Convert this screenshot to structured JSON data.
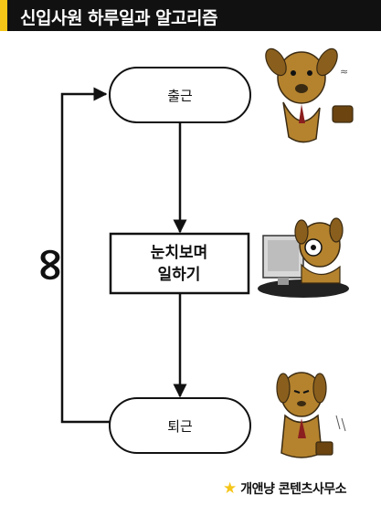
{
  "title": "신입사원 하루일과 알고리즘",
  "nodes": {
    "start": "출근",
    "process_line1": "눈치보며",
    "process_line2": "일하기",
    "end": "퇴근"
  },
  "loop_symbol": "∞",
  "watermark": {
    "text": "개앤냥 콘텐츠사무소",
    "icon": "star-icon"
  },
  "colors": {
    "title_bg": "#111111",
    "title_accent": "#f5c518",
    "line": "#111111"
  }
}
